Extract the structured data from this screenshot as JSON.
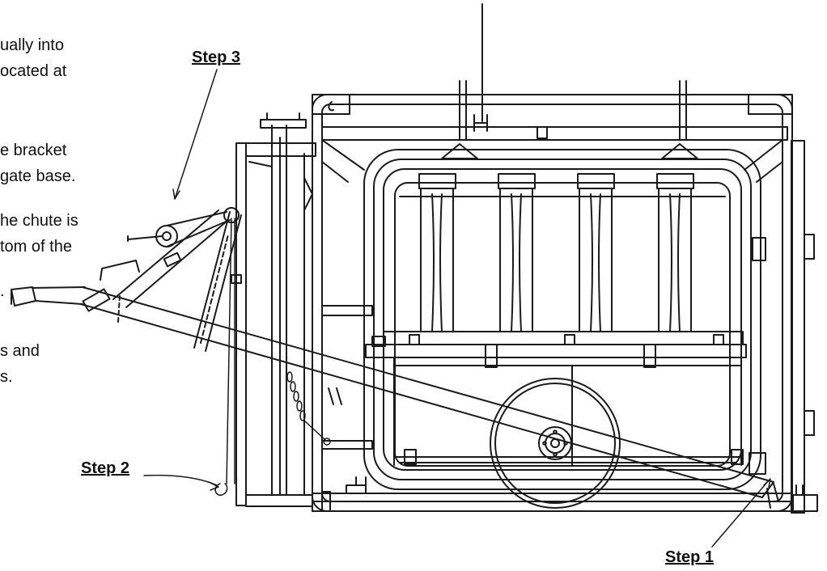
{
  "instructions": {
    "lines": [
      "ually into",
      "ocated at",
      "e bracket",
      "gate base.",
      "he chute is",
      "tom of the",
      ".",
      "s and",
      "s."
    ]
  },
  "steps": {
    "step1": "Step 1",
    "step2": "Step 2",
    "step3": "Step 3"
  },
  "colors": {
    "line": "#1a1a1a",
    "background": "#ffffff"
  }
}
